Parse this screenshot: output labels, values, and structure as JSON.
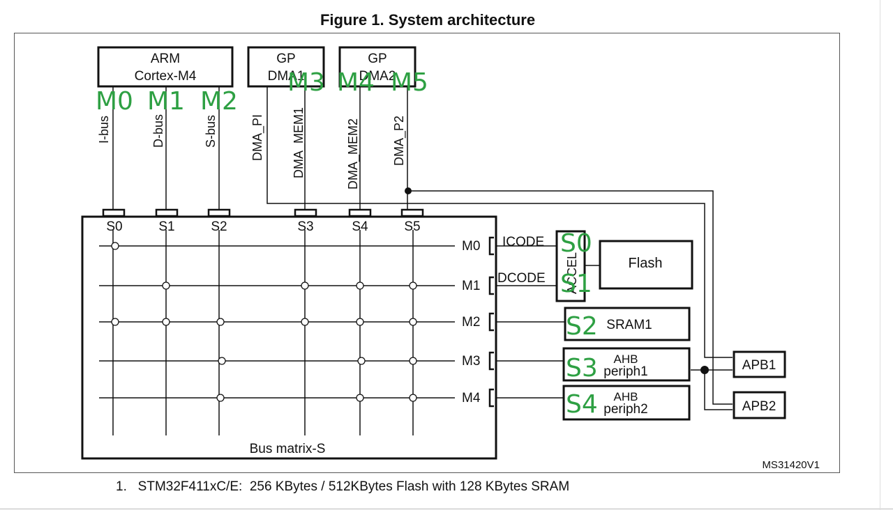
{
  "title": "Figure 1. System architecture",
  "figure_id": "MS31420V1",
  "footnote": "1.   STM32F411xC/E:  256 KBytes / 512KBytes Flash with 128 KBytes SRAM",
  "masters": {
    "cpu": [
      "ARM",
      "Cortex-M4"
    ],
    "dma1": [
      "GP",
      "DMA1"
    ],
    "dma2": [
      "GP",
      "DMA2"
    ]
  },
  "master_buses": [
    "I-bus",
    "D-bus",
    "S-bus",
    "DMA_PI",
    "DMA_MEM1",
    "DMA_MEM2",
    "DMA_P2"
  ],
  "bus_matrix": {
    "label": "Bus matrix-S",
    "slave_ports": [
      "S0",
      "S1",
      "S2",
      "S3",
      "S4",
      "S5"
    ],
    "master_ports": [
      "M0",
      "M1",
      "M2",
      "M3",
      "M4"
    ]
  },
  "codes": [
    "ICODE",
    "DCODE"
  ],
  "accel": "ACCEL",
  "slaves": {
    "flash": "Flash",
    "sram1": "SRAM1",
    "ahb1": [
      "AHB",
      "periph1"
    ],
    "ahb2": [
      "AHB",
      "periph2"
    ],
    "apb1": "APB1",
    "apb2": "APB2"
  },
  "annotations": {
    "masters": [
      "M0",
      "M1",
      "M2",
      "M3",
      "M4",
      "M5"
    ],
    "slaves": [
      "S0",
      "S1",
      "S2",
      "S3",
      "S4"
    ]
  },
  "colors": {
    "line": "#111111",
    "annotation": "#2ea043",
    "frame": "#555555"
  }
}
